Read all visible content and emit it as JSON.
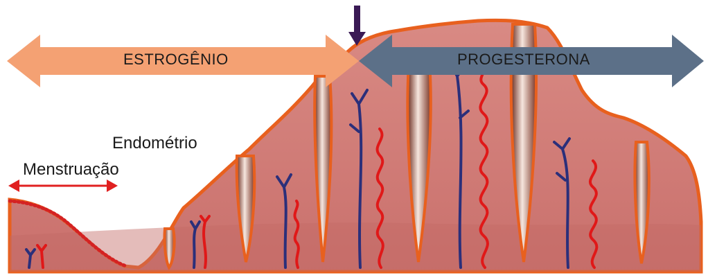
{
  "labels": {
    "estrogen": "ESTROGÊNIO",
    "progesterone": "PROGESTERONA",
    "endometrium": "Endométrio",
    "menstruation": "Menstruação"
  },
  "colors": {
    "estrogen_arrow": "#f4a173",
    "progesterone_arrow": "#5c7088",
    "ovulation_marker": "#3a1a55",
    "tissue": "#d88a86",
    "tissue_dark": "#c86c68",
    "surface_edge": "#e8601e",
    "vein": "#2b2f7a",
    "artery": "#e01818",
    "menstruation_arrow": "#e02020"
  }
}
